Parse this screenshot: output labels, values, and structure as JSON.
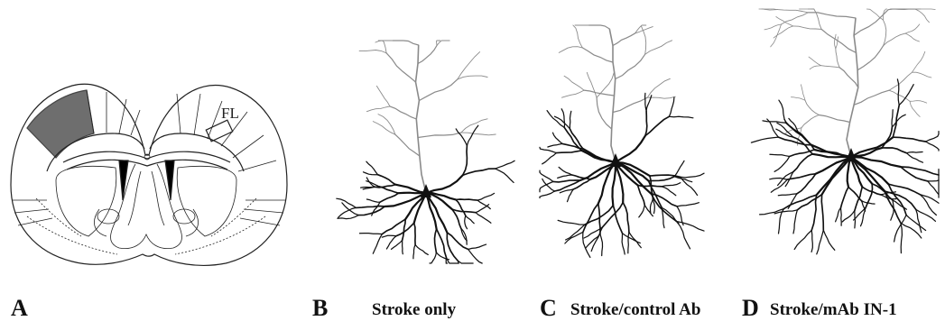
{
  "panels": [
    {
      "letter": "A",
      "caption": ""
    },
    {
      "letter": "B",
      "caption": "Stroke only"
    },
    {
      "letter": "C",
      "caption": "Stroke/control Ab"
    },
    {
      "letter": "D",
      "caption": "Stroke/mAb IN-1"
    }
  ],
  "brain_section": {
    "region_label": "FL",
    "lesion_color": "#6e6e6e"
  },
  "colors": {
    "ink": "#111111",
    "light_dendrite": "#8a8a8a"
  }
}
